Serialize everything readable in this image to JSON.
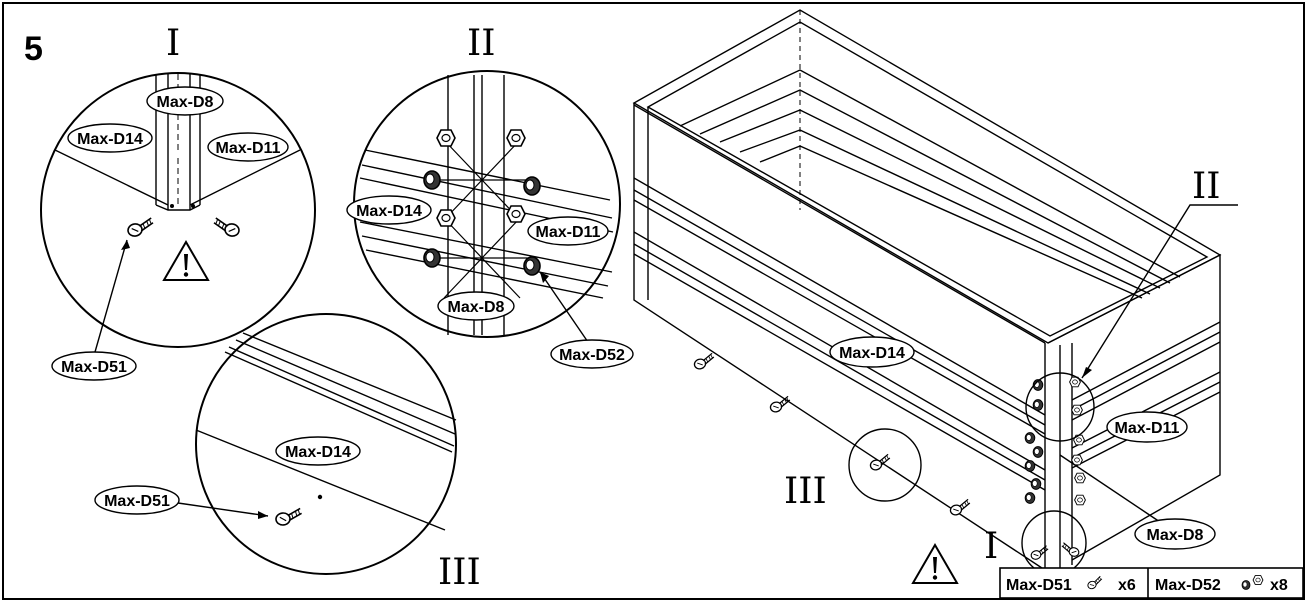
{
  "step_number": "5",
  "details": {
    "detail_1": {
      "numeral": "I",
      "labels": {
        "post": "Max-D8",
        "left_panel": "Max-D14",
        "right_panel": "Max-D11",
        "screw": "Max-D51"
      }
    },
    "detail_2": {
      "numeral": "II",
      "labels": {
        "left_panel": "Max-D14",
        "right_panel": "Max-D11",
        "post": "Max-D8",
        "bolt": "Max-D52"
      }
    },
    "detail_3": {
      "numeral": "III",
      "labels": {
        "panel": "Max-D14",
        "screw": "Max-D51"
      }
    }
  },
  "main_view": {
    "callout_numerals": {
      "detail_1": "I",
      "detail_2": "II",
      "detail_3": "III"
    },
    "labels": {
      "long_panel": "Max-D14",
      "short_panel": "Max-D11",
      "post": "Max-D8"
    }
  },
  "parts_table": [
    {
      "part": "Max-D51",
      "qty": "x6",
      "icon": "screw-icon"
    },
    {
      "part": "Max-D52",
      "qty": "x8",
      "icon": "bolt-nut-icon"
    }
  ],
  "warning_icon": "warning-exclamation-icon"
}
